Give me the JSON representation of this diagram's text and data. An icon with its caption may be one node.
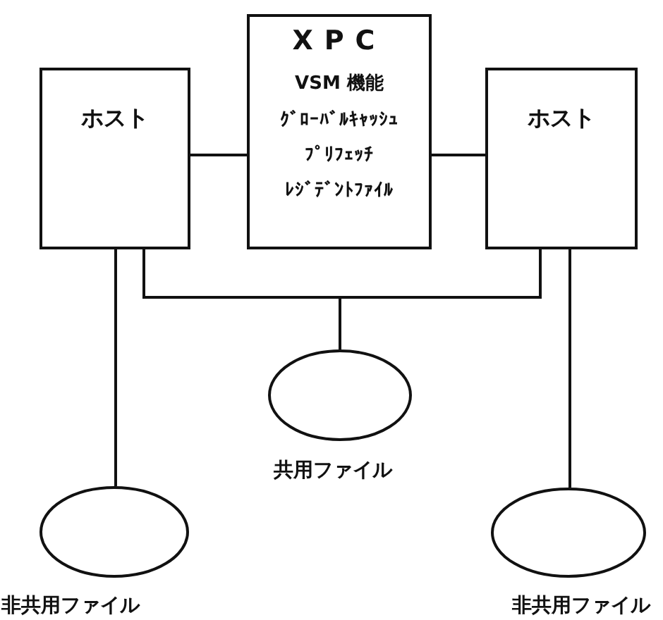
{
  "diagram": {
    "nodes": [
      {
        "text": [
          "ホスト"
        ]
      },
      {
        "text": [
          "XPC",
          "VSM 機能",
          "ｸﾞﾛｰﾊﾞﾙｷｬｯｼｭ",
          "ﾌﾟﾘﾌｪｯﾁ",
          "ﾚｼﾞﾃﾞﾝﾄﾌｧｲﾙ"
        ]
      },
      {
        "text": [
          "ホスト"
        ]
      },
      {
        "text": [],
        "shape": "circle",
        "beside": [
          "共用ファイル"
        ]
      },
      {
        "text": [],
        "shape": "circle",
        "beside": [
          "非共用ファイル"
        ]
      },
      {
        "text": [],
        "shape": "circle",
        "beside": [
          "非共用ファイル"
        ]
      }
    ],
    "edges": [
      {
        "from": 0,
        "to": 1,
        "arrow": "none"
      },
      {
        "from": 1,
        "to": 2,
        "arrow": "none"
      },
      {
        "from": 0,
        "to": 3,
        "arrow": "none"
      },
      {
        "from": 2,
        "to": 3,
        "arrow": "none"
      },
      {
        "from": 0,
        "to": 4,
        "arrow": "none"
      },
      {
        "from": 2,
        "to": 5,
        "arrow": "none"
      }
    ]
  }
}
